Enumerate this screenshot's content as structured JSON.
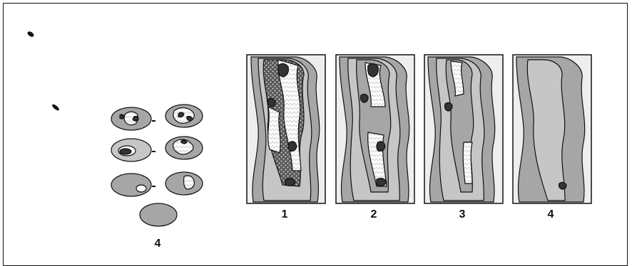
{
  "panels": [
    {
      "label": "1"
    },
    {
      "label": "2"
    },
    {
      "label": "3"
    },
    {
      "label": "4"
    }
  ],
  "sequence": {
    "final_label": "4"
  },
  "colors": {
    "background_panel": "#eeeeee",
    "light_fill": "#c6c6c6",
    "mid_fill": "#a6a6a6",
    "dark_fill": "#333333",
    "pale_fill": "#f5f5f5",
    "stroke": "#111111"
  },
  "icons": [
    "arrow-icon",
    "oval-icon",
    "dotted-pattern",
    "zigzag-pattern"
  ]
}
